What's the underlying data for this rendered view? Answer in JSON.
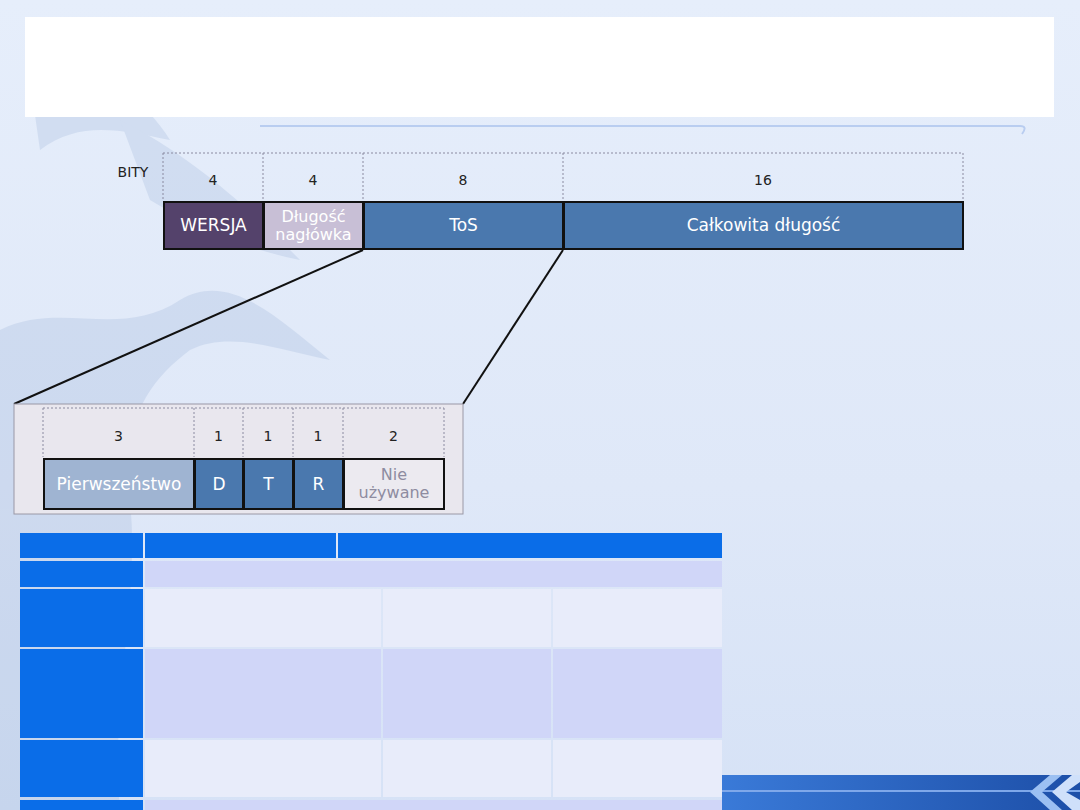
{
  "diagram": {
    "nodes": [
      {
        "text": [
          "WERSJA"
        ]
      },
      {
        "text": [
          "Długość nagłówka"
        ]
      },
      {
        "text": [
          "ToS"
        ]
      },
      {
        "text": [
          "Całkowita długość"
        ]
      },
      {
        "text": [
          "Pierwszeństwo"
        ]
      },
      {
        "text": [
          "D"
        ]
      },
      {
        "text": [
          "T"
        ]
      },
      {
        "text": [
          "R"
        ]
      },
      {
        "text": [
          "Nie używane"
        ]
      }
    ],
    "labels": [
      "BITY",
      "4",
      "4",
      "8",
      "16",
      "3",
      "1",
      "1",
      "1",
      "2"
    ]
  }
}
